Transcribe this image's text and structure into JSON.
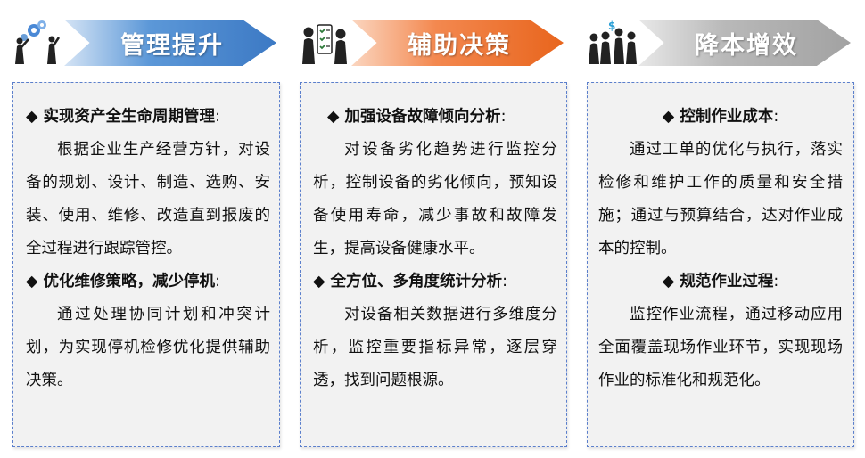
{
  "sections": [
    {
      "title": "管理提升",
      "icon": "people-gears-icon",
      "blocks": [
        {
          "heading": "◆ 实现资产全生命周期管理",
          "colon": ":",
          "body": "根据企业生产经营方针，对设备的规划、设计、制造、选购、安装、使用、维修、改造直到报废的全过程进行跟踪管控。"
        },
        {
          "heading": "◆ 优化维修策略，减少停机",
          "colon": ":",
          "body": "通过处理协同计划和冲突计划，为实现停机检修优化提供辅助决策。"
        }
      ]
    },
    {
      "title": "辅助决策",
      "icon": "people-checklist-icon",
      "blocks": [
        {
          "heading": "◆ 加强设备故障倾向分析",
          "colon": ":",
          "body": "对设备劣化趋势进行监控分析，控制设备的劣化倾向，预知设备使用寿命，减少事故和故障发生，提高设备健康水平。"
        },
        {
          "heading": "◆ 全方位、多角度统计分析",
          "colon": ":",
          "body": "对设备相关数据进行多维度分析，监控重要指标异常，逐层穿透，找到问题根源。"
        }
      ]
    },
    {
      "title": "降本增效",
      "icon": "people-dollar-icon",
      "blocks": [
        {
          "heading": "◆ 控制作业成本",
          "colon": ":",
          "body": "通过工单的优化与执行，落实检修和维护工作的质量和安全措施；通过与预算结合，达对作业成本的控制。"
        },
        {
          "heading": "◆ 规范作业过程",
          "colon": ":",
          "body": "监控作业流程，通过移动应用全面覆盖现场作业环节，实现现场作业的标准化和规范化。"
        }
      ]
    }
  ],
  "colors": {
    "blue": "#3c79c4",
    "orange": "#e8651d",
    "gray": "#a2a2a2",
    "border": "#5b7fcc"
  }
}
